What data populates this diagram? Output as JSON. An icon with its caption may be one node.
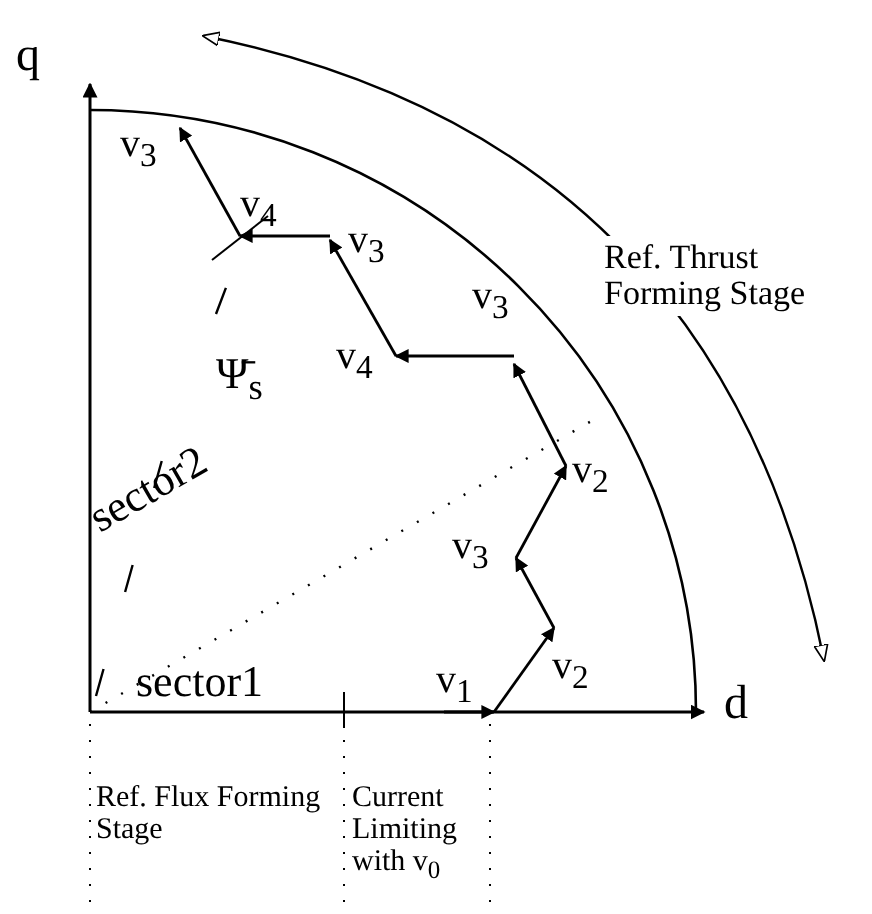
{
  "diagram": {
    "labels": [
      "q",
      "v$_{3}$",
      "v$_{4}$",
      "v$_{3}$",
      "Ψ̄$_{s}$",
      "v$_{4}$",
      "Ref. Thrust Forming Stage",
      "v$_{3}$",
      "v$_{2}$",
      "sector2",
      "v$_{3}$",
      "v$_{2}$",
      "v$_{1}$",
      "sector1",
      "d",
      "Ref. Flux Forming Stage",
      "Current Limiting with v$_{0}$"
    ]
  }
}
